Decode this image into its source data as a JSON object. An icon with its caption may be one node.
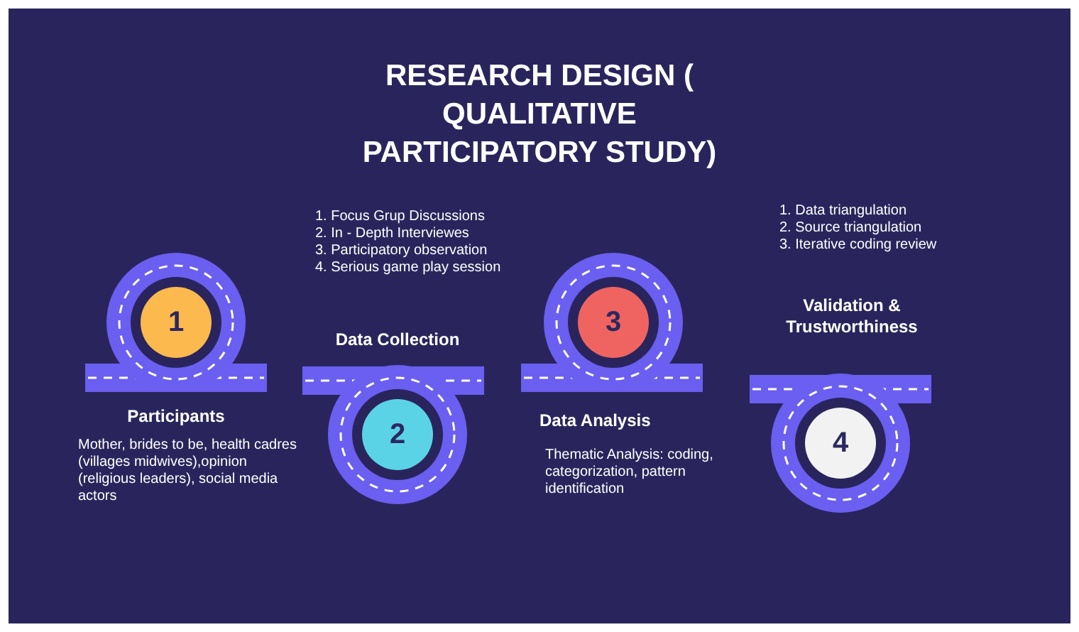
{
  "diagram": {
    "title": "RESEARCH DESIGN ( QUALITATIVE PARTICIPATORY STUDY)",
    "nodes": [
      {
        "text": [
          "1"
        ],
        "beside": [
          "Participants",
          "Mother, brides to be, health cadres (villages midwives),opinion (religious leaders), social media actors"
        ]
      },
      {
        "text": [
          "2"
        ],
        "beside": [
          "Data Collection",
          "1. Focus Grup Discussions",
          "2. In - Depth Interviewes",
          "3. Participatory observation",
          "4. Serious game play session"
        ]
      },
      {
        "text": [
          "3"
        ],
        "beside": [
          "Data Analysis",
          "Thematic Analysis: coding, categorization, pattern identification"
        ]
      },
      {
        "text": [
          "4"
        ],
        "beside": [
          "Validation & Trustworthiness",
          "1. Data triangulation",
          "2. Source triangulation",
          "3. Iterative coding review"
        ]
      }
    ]
  }
}
